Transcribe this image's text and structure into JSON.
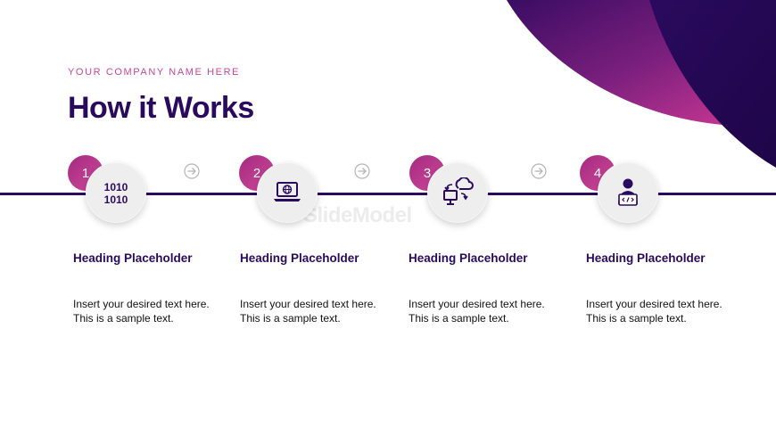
{
  "company": "YOUR COMPANY NAME HERE",
  "title": "How it Works",
  "watermark": "SlideModel",
  "colors": {
    "primary": "#2a0a5e",
    "accent": "#c8479a",
    "gradient_start": "#a22a7e",
    "gradient_end": "#d24a9d"
  },
  "steps": [
    {
      "number": "1",
      "icon": "binary-code-icon",
      "heading": "Heading Placeholder",
      "text": "Insert your desired text here. This is a sample text."
    },
    {
      "number": "2",
      "icon": "laptop-globe-icon",
      "heading": "Heading Placeholder",
      "text": "Insert your desired text here. This is a sample text."
    },
    {
      "number": "3",
      "icon": "cloud-sync-monitor-icon",
      "heading": "Heading Placeholder",
      "text": "Insert your desired text here. This is a sample text."
    },
    {
      "number": "4",
      "icon": "developer-laptop-icon",
      "heading": "Heading Placeholder",
      "text": "Insert your desired text here. This is a sample text."
    }
  ],
  "arrows": [
    "arrow-right-icon",
    "arrow-right-icon",
    "arrow-right-icon"
  ]
}
